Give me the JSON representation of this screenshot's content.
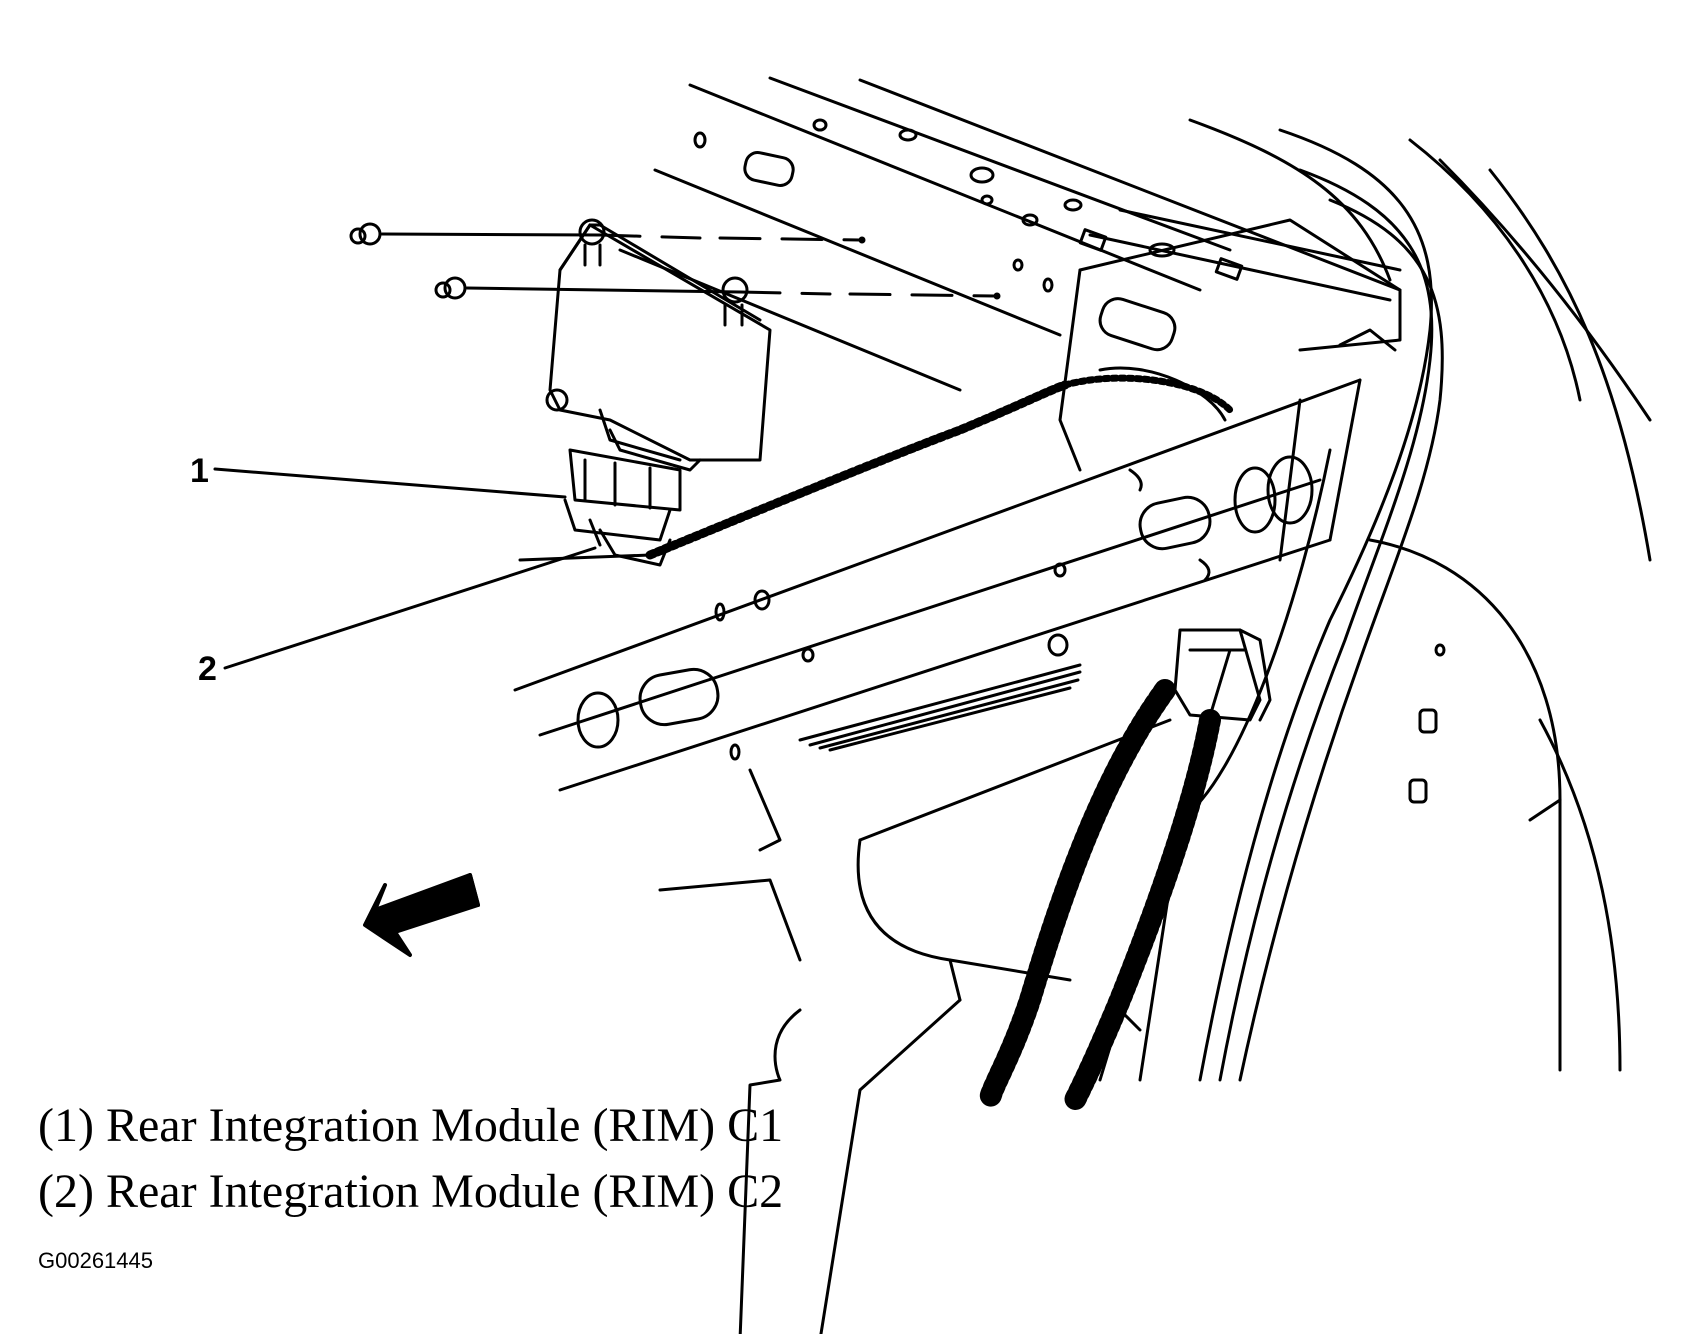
{
  "callouts": {
    "c1": "1",
    "c2": "2"
  },
  "legend": [
    {
      "text": "(1) Rear Integration Module (RIM) C1"
    },
    {
      "text": "(2) Rear Integration Module (RIM) C2"
    }
  ],
  "figure_id": "G00261445",
  "icons": [
    "bolt-icon",
    "front-direction-arrow-icon"
  ],
  "colors": {
    "ink": "#000000",
    "paper": "#ffffff"
  }
}
